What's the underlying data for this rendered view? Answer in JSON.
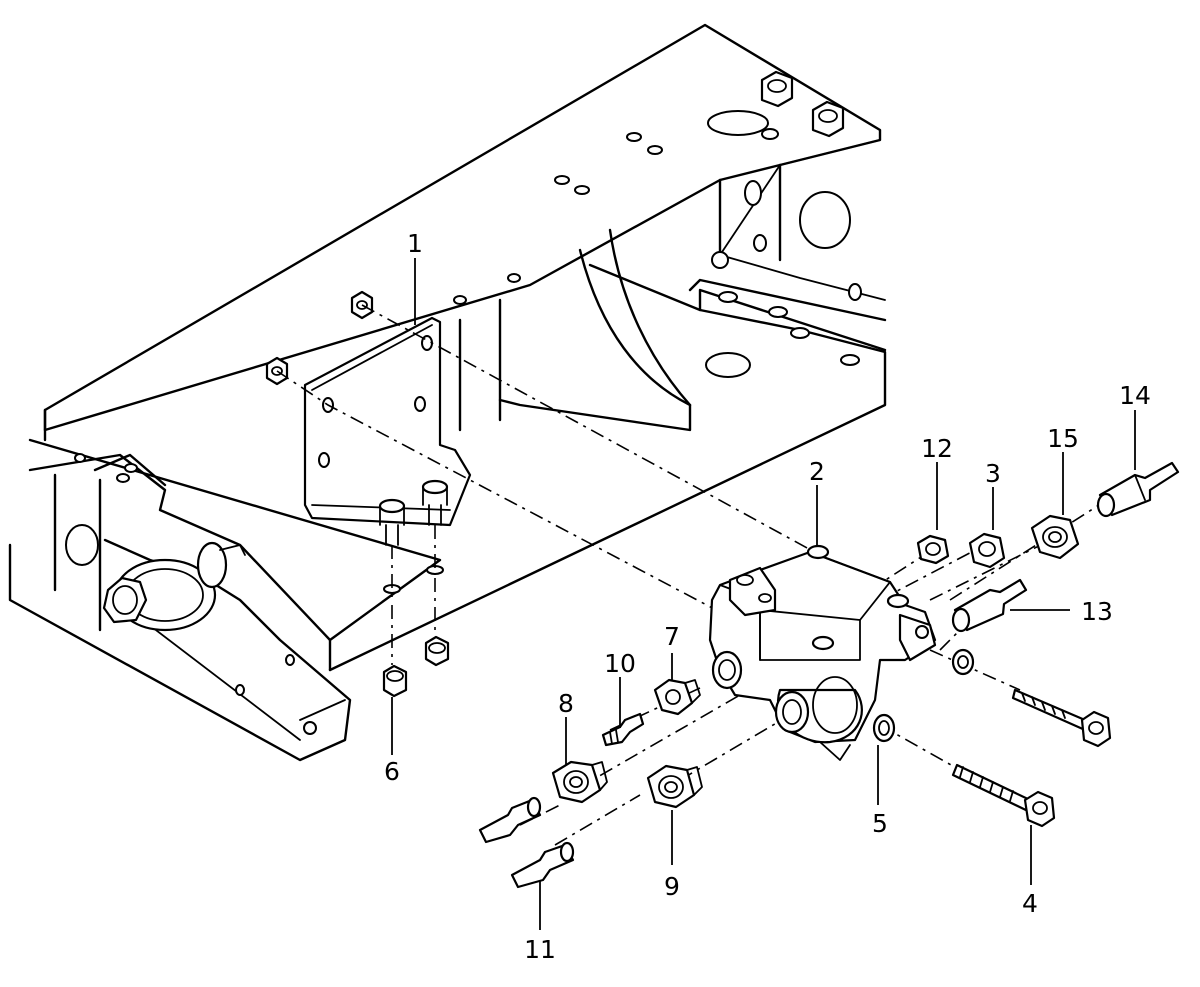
{
  "callouts": [
    {
      "id": "1",
      "label": "1"
    },
    {
      "id": "2",
      "label": "2"
    },
    {
      "id": "3",
      "label": "3"
    },
    {
      "id": "4",
      "label": "4"
    },
    {
      "id": "5",
      "label": "5"
    },
    {
      "id": "6",
      "label": "6"
    },
    {
      "id": "7",
      "label": "7"
    },
    {
      "id": "8",
      "label": "8"
    },
    {
      "id": "9",
      "label": "9"
    },
    {
      "id": "10",
      "label": "10"
    },
    {
      "id": "11",
      "label": "11"
    },
    {
      "id": "12",
      "label": "12"
    },
    {
      "id": "13",
      "label": "13"
    },
    {
      "id": "14",
      "label": "14"
    },
    {
      "id": "15",
      "label": "15"
    }
  ],
  "colors": {
    "line": "#000000",
    "background": "#ffffff"
  }
}
